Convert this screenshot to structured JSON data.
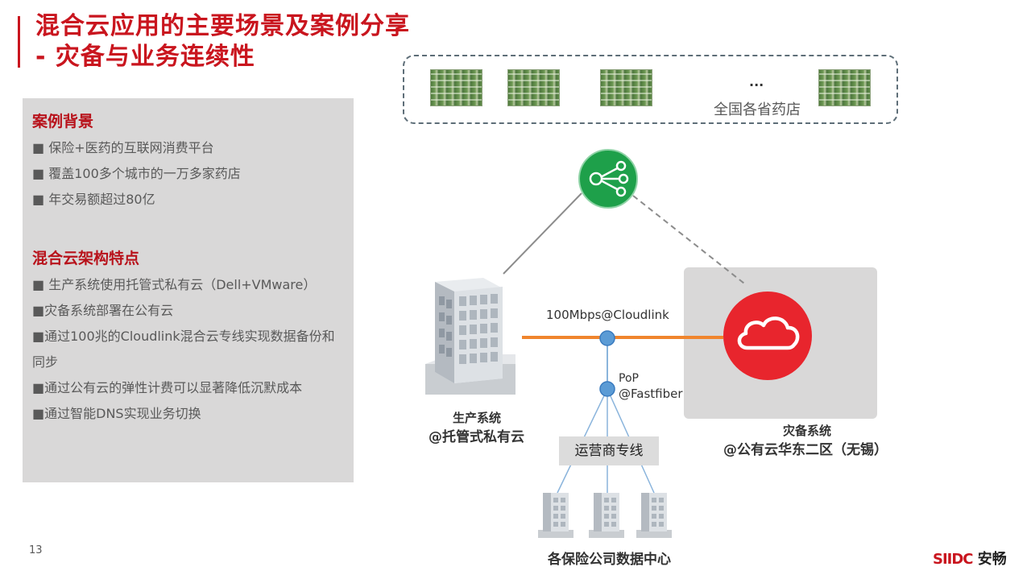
{
  "title": {
    "line1": "混合云应用的主要场景及案例分享",
    "line2": "- 灾备与业务连续性"
  },
  "left_panel": {
    "section1": {
      "heading": "案例背景",
      "items": [
        "■ 保险+医药的互联网消费平台",
        "■ 覆盖100多个城市的一万多家药店",
        "■ 年交易额超过80亿"
      ]
    },
    "section2": {
      "heading": "混合云架构特点",
      "items": [
        "■ 生产系统使用托管式私有云（Dell+VMware）",
        "■灾备系统部署在公有云",
        "■通过100兆的Cloudlink混合云专线实现数据备份和同步",
        "■通过公有云的弹性计费可以显著降低沉默成本",
        "■通过智能DNS实现业务切换"
      ]
    }
  },
  "diagram": {
    "stores_ellipsis": "...",
    "stores_label": "全国各省药店",
    "link_label": "100Mbps@Cloudlink",
    "pop_label_1": "PoP",
    "pop_label_2": "@Fastfiber",
    "production_label_1": "生产系统",
    "production_label_2": "@托管式私有云",
    "dr_label_1": "灾备系统",
    "dr_label_2": "@公有云华东二区（无锡）",
    "carrier_label": "运营商专线",
    "datacenter_label": "各保险公司数据中心",
    "icons": {
      "network": "share-network-icon",
      "cloud": "cloud-icon",
      "building": "office-building-icon",
      "store": "pharmacy-store-photo"
    },
    "colors": {
      "accent_red": "#c9151e",
      "network_green": "#1ea04a",
      "cloud_red": "#e8252d",
      "link_orange": "#f0852d",
      "node_blue": "#5b9bd5"
    }
  },
  "footer": {
    "page_number": "13",
    "logo_mark": "SIIDC",
    "logo_text": "安畅"
  }
}
